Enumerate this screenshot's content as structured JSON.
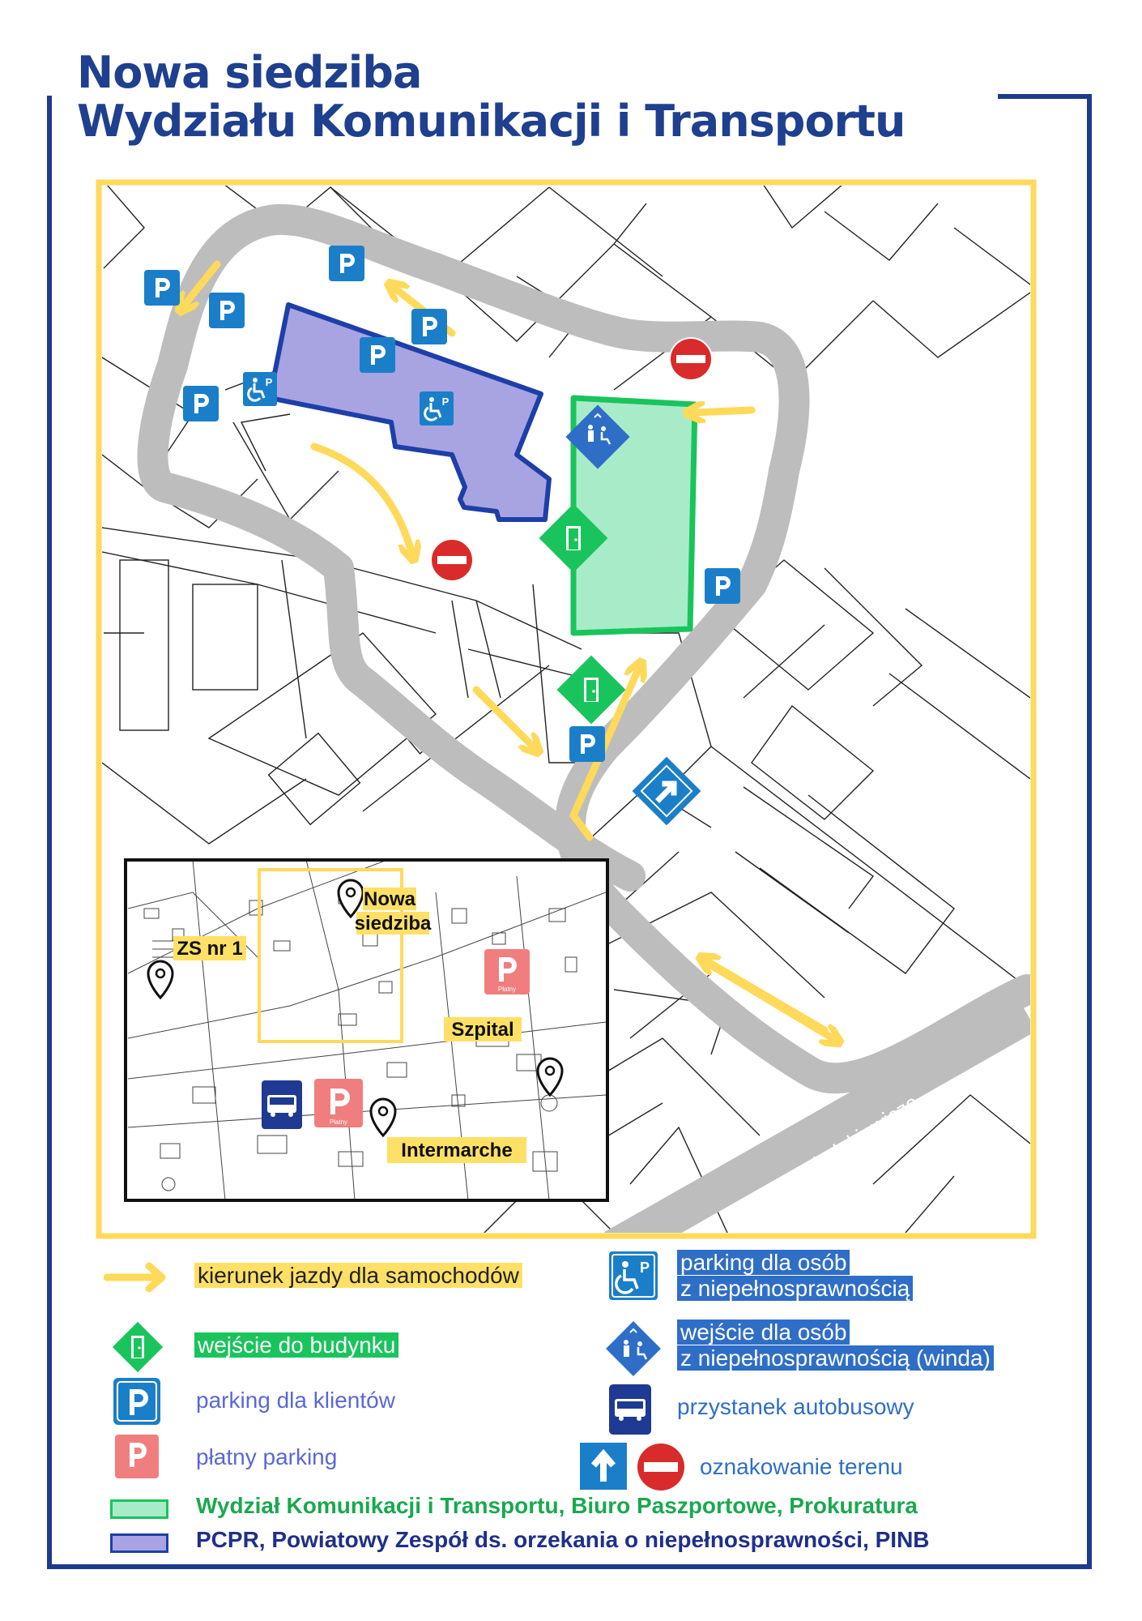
{
  "title": {
    "line1": "Nowa siedziba",
    "line2": "Wydziału Komunikacji i Transportu"
  },
  "map": {
    "street_label": "ul. Windakiewicza",
    "inset": {
      "label_new_hq": "Nowa\nsiedziba",
      "label_new_hq_line1": "Nowa",
      "label_new_hq_line2": "siedziba",
      "label_school": "ZS nr 1",
      "label_hospital": "Szpital",
      "label_market": "Intermarche",
      "paid_parking_text": "Płatny"
    }
  },
  "legend": {
    "car_direction": "kierunek jazdy dla samochodów",
    "building_entrance": "wejście do budynku",
    "client_parking": "parking dla klientów",
    "paid_parking": "płatny parking",
    "disabled_parking_line1": "parking dla osób",
    "disabled_parking_line2": "z niepełnosprawnością",
    "disabled_entrance_line1": "wejście dla osób",
    "disabled_entrance_line2": "z niepełnosprawnością (winda)",
    "bus_stop": "przystanek autobusowy",
    "site_signs": "oznakowanie terenu",
    "green_building": "Wydział Komunikacji i Transportu, Biuro Paszportowe, Prokuratura",
    "purple_building": "PCPR, Powiatowy Zespół ds. orzekania o niepełnosprawności, PINB"
  },
  "colors": {
    "title": "#1f3f8f",
    "frame": "#1e3a8a",
    "route": "#bdbdbd",
    "arrow": "#ffd95a",
    "map_border": "#ffd95a",
    "green_building": "#a8ebc8",
    "green_outline": "#19c45c",
    "purple_building": "#a8a4e2",
    "purple_outline": "#1e3fa8",
    "parking_blue": "#1a7fc8",
    "paid_parking": "#f07e7e",
    "no_entry": "#d92b2b"
  },
  "icons": {
    "parking": "parking-icon",
    "disabled_parking": "disabled-parking-icon",
    "entrance": "door-entrance-icon",
    "disabled_entrance": "elevator-entrance-icon",
    "no_entry": "no-entry-icon",
    "one_way": "one-way-arrow-icon",
    "bus_stop": "bus-stop-icon",
    "location_pin": "location-pin-icon"
  }
}
